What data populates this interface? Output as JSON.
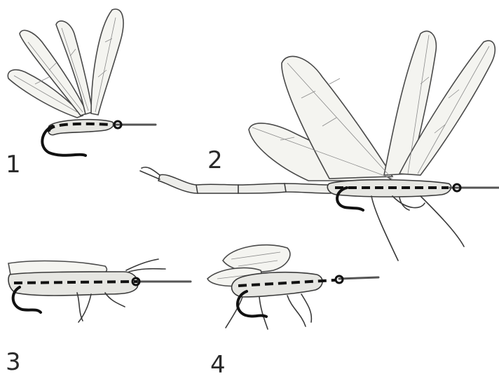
{
  "figure_labels": [
    "1",
    "2",
    "3",
    "4"
  ]
}
